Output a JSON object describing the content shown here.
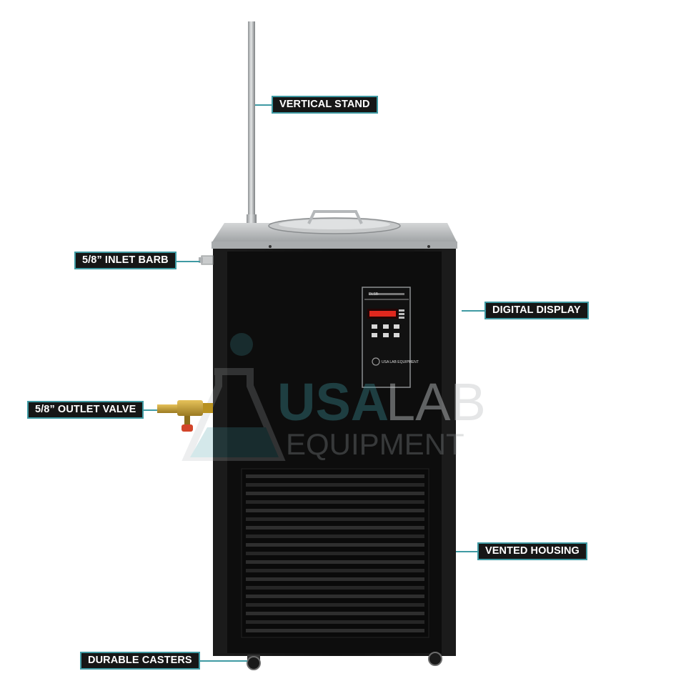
{
  "callouts": {
    "vertical_stand": "VERTICAL STAND",
    "inlet_barb": "5/8” INLET BARB",
    "digital_display": "DIGITAL DISPLAY",
    "outlet_valve": "5/8” OUTLET VALVE",
    "vented_housing": "VENTED HOUSING",
    "durable_casters": "DURABLE CASTERS"
  },
  "watermark": {
    "line1": "USA",
    "line2": "LAB",
    "line3": "EQUIPMENT"
  },
  "panel": {
    "model": "DLSB-",
    "brand_mark": "USA LAB EQUIPMENT"
  },
  "colors": {
    "accent": "#3f9aa3",
    "label_bg": "#161616",
    "cabinet": "#121212",
    "steel": "#b9bcbe",
    "brass": "#c9a13a",
    "valve_handle": "#d2452a",
    "display_led": "#e0281e"
  }
}
